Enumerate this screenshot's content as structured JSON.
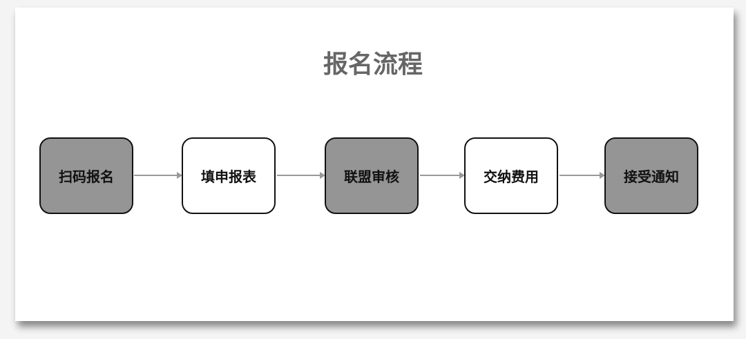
{
  "title": "报名流程",
  "steps": [
    {
      "label": "扫码报名",
      "fill": "#959595"
    },
    {
      "label": "填申报表",
      "fill": "#ffffff"
    },
    {
      "label": "联盟审核",
      "fill": "#959595"
    },
    {
      "label": "交纳费用",
      "fill": "#ffffff"
    },
    {
      "label": "接受通知",
      "fill": "#959595"
    }
  ],
  "colors": {
    "arrow": "#999999",
    "title": "#666666",
    "border": "#111111"
  }
}
